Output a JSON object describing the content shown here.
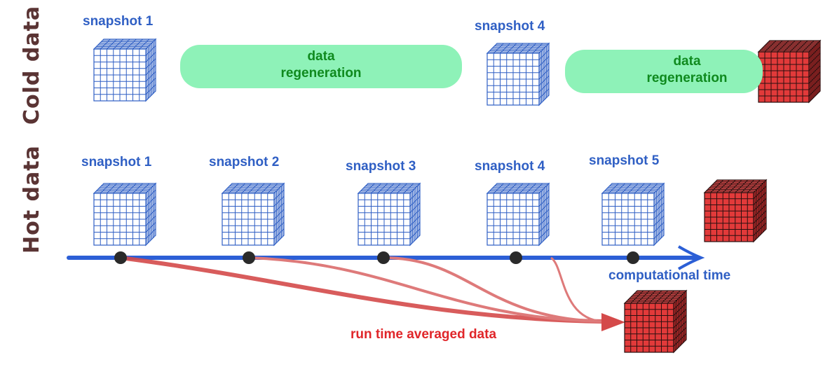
{
  "rows": {
    "cold": {
      "label": "Cold data",
      "snapshots": [
        "snapshot 1",
        "snapshot 4"
      ],
      "regeneration": [
        "data\nregeneration",
        "data\nregeneration"
      ]
    },
    "hot": {
      "label": "Hot data",
      "snapshots": [
        "snapshot 1",
        "snapshot 2",
        "snapshot 3",
        "snapshot 4",
        "snapshot 5"
      ]
    }
  },
  "timeline": {
    "label": "computational time",
    "averaged_label": "run time averaged data"
  },
  "colors": {
    "snapshot_blue": "#2f5fc4",
    "averaged_red": "#e23a3a",
    "pill_green": "#8ef2b8",
    "pill_text": "#0f8a1e",
    "axis_blue": "#2c5fd6",
    "row_label": "#5a3434"
  }
}
